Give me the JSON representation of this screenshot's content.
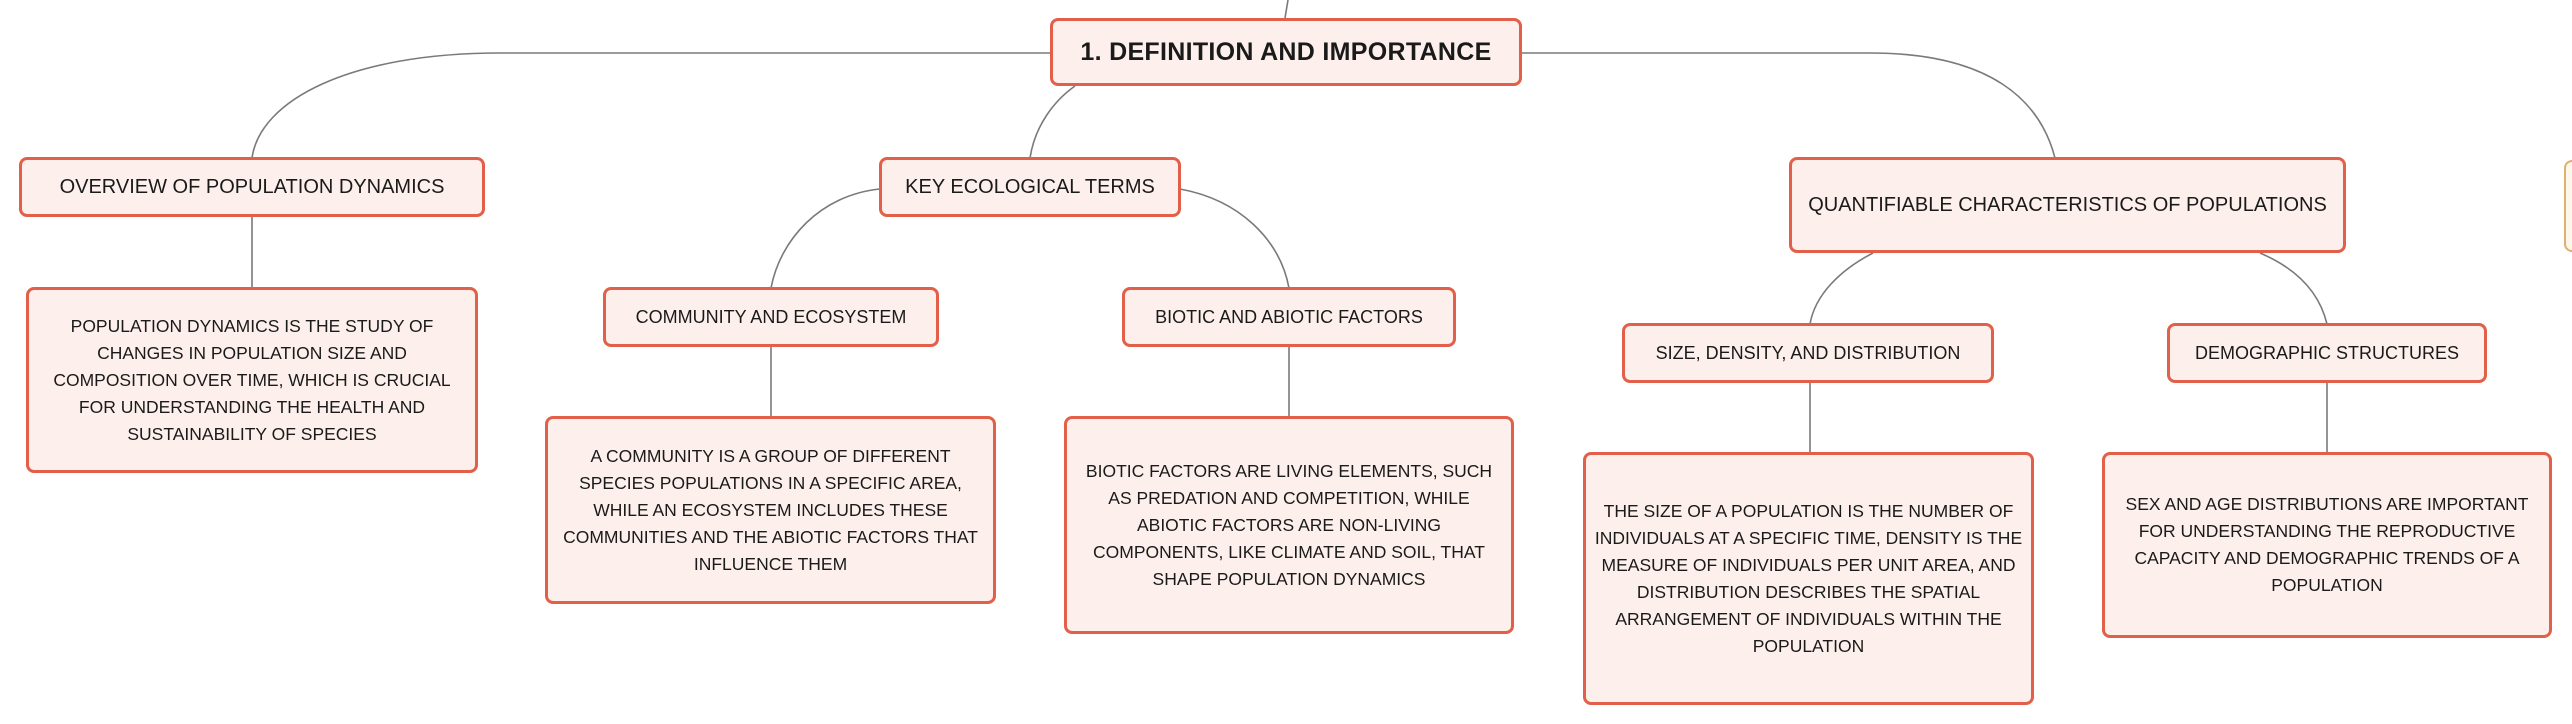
{
  "root": {
    "label": "1. Definition and Importance"
  },
  "branches": [
    {
      "label": "Overview of Population Dynamics",
      "detail": "Population dynamics is the study of changes in population size and composition over time, which is crucial for understanding the health and sustainability of species"
    },
    {
      "label": "Key Ecological Terms",
      "children": [
        {
          "label": "Community and Ecosystem",
          "detail": "A community is a group of different species populations in a specific area, while an ecosystem includes these communities and the abiotic factors that influence them"
        },
        {
          "label": "Biotic and Abiotic Factors",
          "detail": "Biotic factors are living elements, such as predation and competition, while abiotic factors are non-living components, like climate and soil, that shape population dynamics"
        }
      ]
    },
    {
      "label": "Quantifiable Characteristics of Populations",
      "children": [
        {
          "label": "Size, Density, and Distribution",
          "detail": "The size of a population is the number of individuals at a specific time, density is the measure of individuals per unit area, and distribution describes the spatial arrangement of individuals within the population"
        },
        {
          "label": "Demographic Structures",
          "detail": "Sex and age distributions are important for understanding the reproductive capacity and demographic trends of a population"
        }
      ]
    }
  ],
  "colors": {
    "node_fill": "#fdf0ec",
    "node_border": "#e2604a",
    "connector": "#7a7a7a"
  }
}
